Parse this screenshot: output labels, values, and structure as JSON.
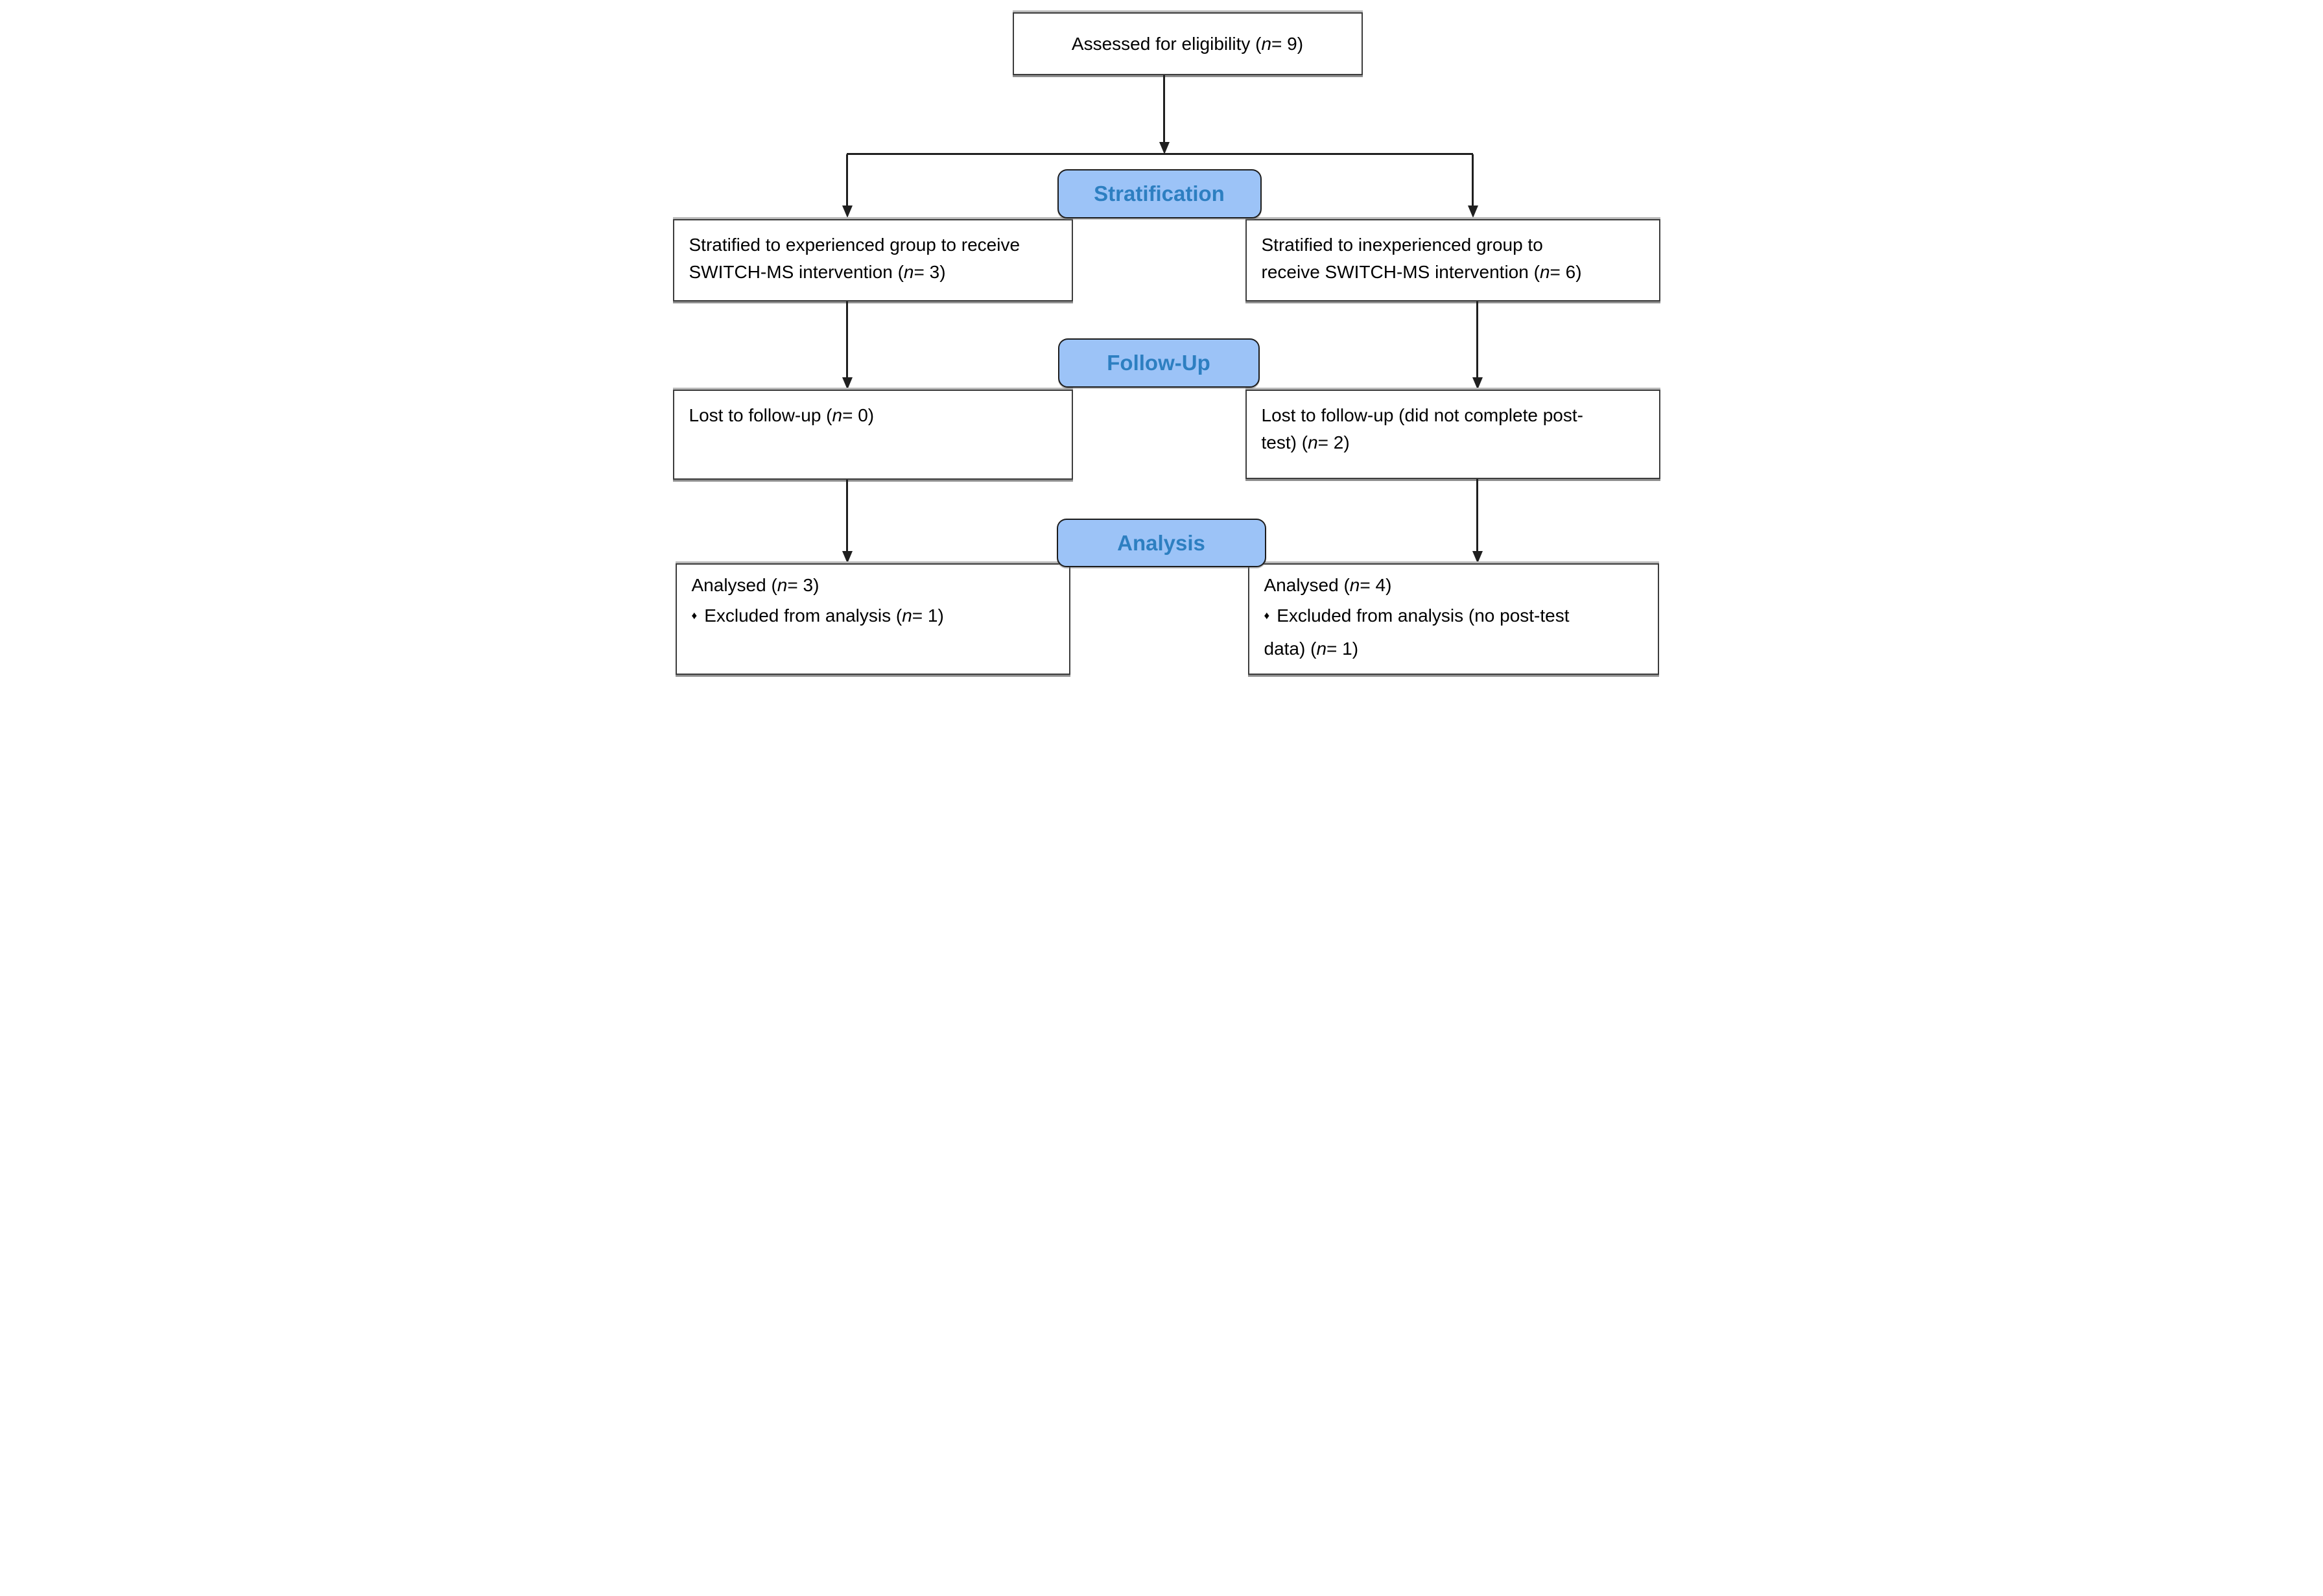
{
  "colors": {
    "badge_fill": "#9cc3f7",
    "badge_text": "#2d7fc1",
    "badge_border": "#1c1c1c",
    "box_border": "#3c3c3c",
    "box_shadow": "#8f8f8f",
    "arrow": "#1f1f1f",
    "text": "#000000",
    "background": "#ffffff"
  },
  "stages": [
    "Stratification",
    "Follow-Up",
    "Analysis"
  ],
  "nodes": {
    "assessed": {
      "lines": [
        {
          "pre": "Assessed for eligibility (",
          "n": "n",
          "post": "= 9)"
        }
      ]
    },
    "stratified_experienced": {
      "lines": [
        {
          "pre": "Stratified to experienced group to receive"
        },
        {
          "pre": "SWITCH-MS intervention (",
          "n": "n",
          "post": "= 3)"
        }
      ]
    },
    "stratified_inexperienced": {
      "lines": [
        {
          "pre": "Stratified to inexperienced group to"
        },
        {
          "pre": "receive SWITCH-MS intervention (",
          "n": "n",
          "post": "= 6)"
        }
      ]
    },
    "lost_experienced": {
      "lines": [
        {
          "pre": "Lost to follow-up (",
          "n": "n",
          "post": "= 0)"
        }
      ]
    },
    "lost_inexperienced": {
      "lines": [
        {
          "pre": "Lost to follow-up (did not complete post-"
        },
        {
          "pre": "test) (",
          "n": "n",
          "post": "= 2)"
        }
      ]
    },
    "analysed_experienced": {
      "lines": [
        {
          "pre": "Analysed (",
          "n": "n",
          "post": "= 3)"
        },
        {
          "bullet": "♦",
          "pre": "Excluded from analysis (",
          "n": "n",
          "post": "= 1)"
        }
      ]
    },
    "analysed_inexperienced": {
      "lines": [
        {
          "pre": "Analysed (",
          "n": "n",
          "post": "= 4)"
        },
        {
          "bullet": "♦",
          "pre": "Excluded from analysis (no post-test"
        },
        {
          "pre": "data) (",
          "n": "n",
          "post": "= 1)"
        }
      ]
    }
  }
}
